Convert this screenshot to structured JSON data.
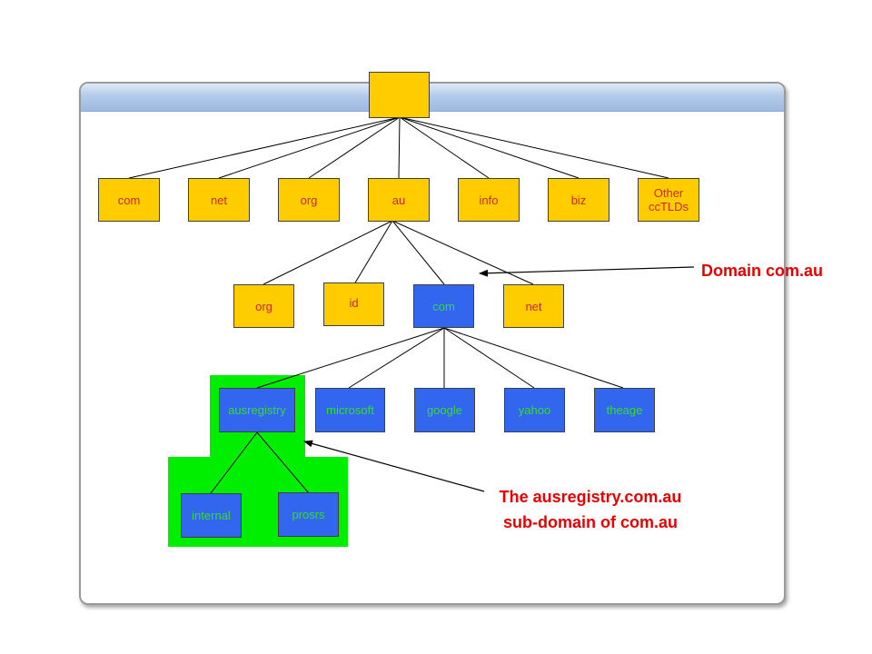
{
  "diagram": {
    "root": {
      "label": ""
    },
    "tlds": [
      {
        "label": "com"
      },
      {
        "label": "net"
      },
      {
        "label": "org"
      },
      {
        "label": "au"
      },
      {
        "label": "info"
      },
      {
        "label": "biz"
      },
      {
        "label": "Other\nccTLDs"
      }
    ],
    "au_children": [
      {
        "label": "org"
      },
      {
        "label": "id"
      },
      {
        "label": "com"
      },
      {
        "label": "net"
      }
    ],
    "com_children": [
      {
        "label": "ausregistry"
      },
      {
        "label": "microsoft"
      },
      {
        "label": "google"
      },
      {
        "label": "yahoo"
      },
      {
        "label": "theage"
      }
    ],
    "ausregistry_children": [
      {
        "label": "internal"
      },
      {
        "label": "prosrs"
      }
    ],
    "annotations": {
      "domain": "Domain com.au",
      "subdomain_line1": "The ausregistry.com.au",
      "subdomain_line2": "sub-domain of com.au"
    },
    "colors": {
      "yellow_node": "#ffcc00",
      "blue_node": "#3366ee",
      "highlight_green": "#00ee00",
      "annotation_red": "#e60000"
    }
  }
}
